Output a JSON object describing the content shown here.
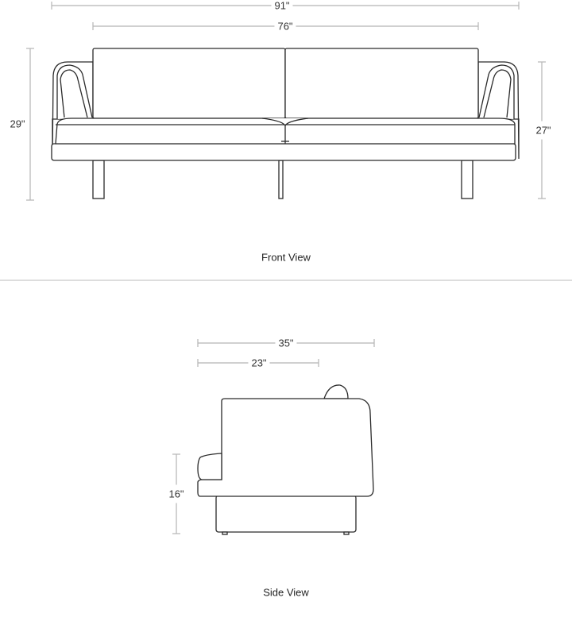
{
  "front_view": {
    "caption": "Front View",
    "overall_width": "91\"",
    "inner_width": "76\"",
    "overall_height": "29\"",
    "arm_height": "27\""
  },
  "side_view": {
    "caption": "Side View",
    "overall_depth": "35\"",
    "seat_depth": "23\"",
    "seat_height": "16\""
  }
}
